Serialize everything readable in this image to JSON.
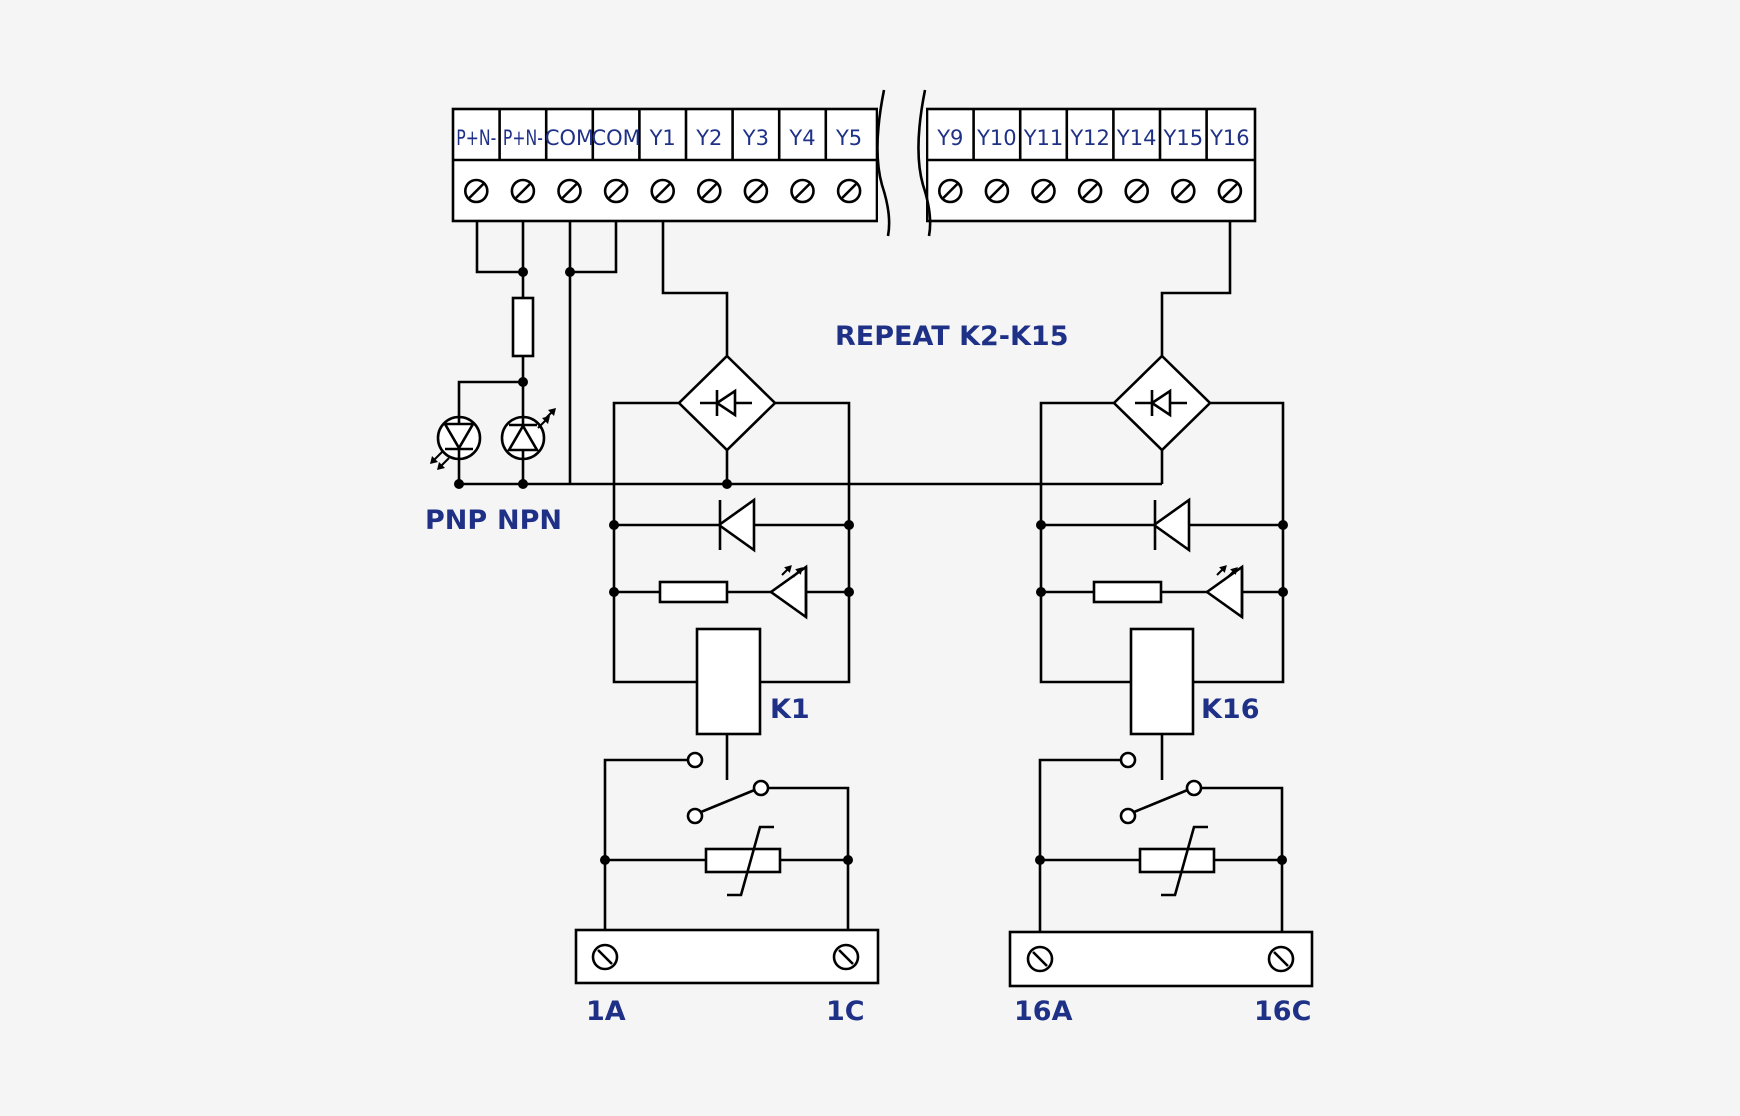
{
  "terminals": {
    "left": [
      "P+N-",
      "P+N-",
      "COM",
      "COM",
      "Y1",
      "Y2",
      "Y3",
      "Y4",
      "Y5"
    ],
    "right": [
      "Y9",
      "Y10",
      "Y11",
      "Y12",
      "Y14",
      "Y15",
      "Y16"
    ]
  },
  "labels": {
    "repeat": "REPEAT K2-K15",
    "pnp": "PNP",
    "npn": "NPN",
    "relay1": "K1",
    "relay16": "K16",
    "out1a": "1A",
    "out1c": "1C",
    "out16a": "16A",
    "out16c": "16C"
  },
  "colors": {
    "label": "#1f3187",
    "line": "#000000",
    "background": "#f5f5f6"
  }
}
